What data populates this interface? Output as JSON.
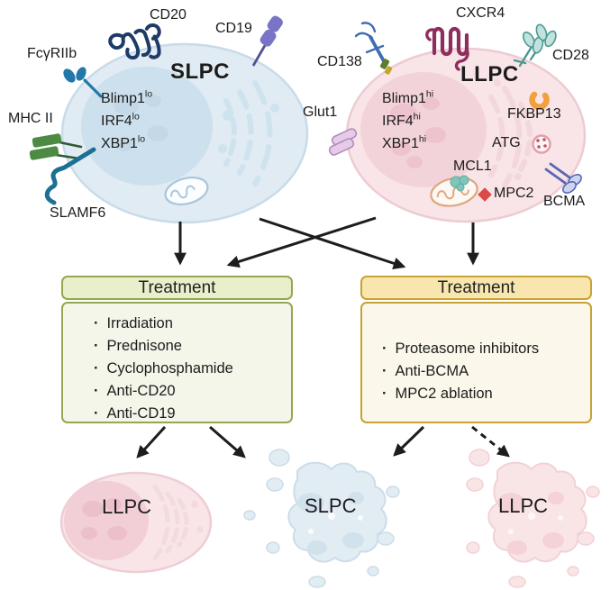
{
  "cells": {
    "slpc": {
      "title": "SLPC",
      "markers": {
        "cd20": "CD20",
        "cd19": "CD19",
        "fcgr2b": "FcγRIIb",
        "mhc2": "MHC II",
        "slamf6": "SLAMF6"
      },
      "expression": [
        {
          "base": "Blimp1",
          "sup": "lo"
        },
        {
          "base": "IRF4",
          "sup": "lo"
        },
        {
          "base": "XBP1",
          "sup": "lo"
        }
      ]
    },
    "llpc": {
      "title": "LLPC",
      "markers": {
        "cxcr4": "CXCR4",
        "cd138": "CD138",
        "cd28": "CD28",
        "glut1": "Glut1",
        "fkbp13": "FKBP13",
        "atg": "ATG",
        "mcl1": "MCL1",
        "mpc2": "MPC2",
        "bcma": "BCMA"
      },
      "expression": [
        {
          "base": "Blimp1",
          "sup": "hi"
        },
        {
          "base": "IRF4",
          "sup": "hi"
        },
        {
          "base": "XBP1",
          "sup": "hi"
        }
      ]
    }
  },
  "treatments": {
    "slpc": {
      "title": "Treatment",
      "items": [
        "Irradiation",
        "Prednisone",
        "Cyclophosphamide",
        "Anti-CD20",
        "Anti-CD19"
      ]
    },
    "llpc": {
      "title": "Treatment",
      "items": [
        "Proteasome inhibitors",
        "Anti-BCMA",
        "MPC2 ablation"
      ]
    }
  },
  "outcomes": {
    "surviving_llpc": {
      "label": "LLPC"
    },
    "dead_slpc": {
      "label": "SLPC"
    },
    "dead_llpc": {
      "label": "LLPC"
    }
  },
  "colors": {
    "slpc_body": "#e0ebf3",
    "slpc_nucleus": "#cde0ed",
    "llpc_body": "#f9e4e7",
    "llpc_nucleus": "#f3d3da",
    "treatment_slpc_header": "#e9eecb",
    "treatment_slpc_border": "#94a851",
    "treatment_llpc_header": "#f8e6ae",
    "treatment_llpc_border": "#c8a234",
    "arrow": "#1d1d1b",
    "text": "#1c1c1c"
  }
}
